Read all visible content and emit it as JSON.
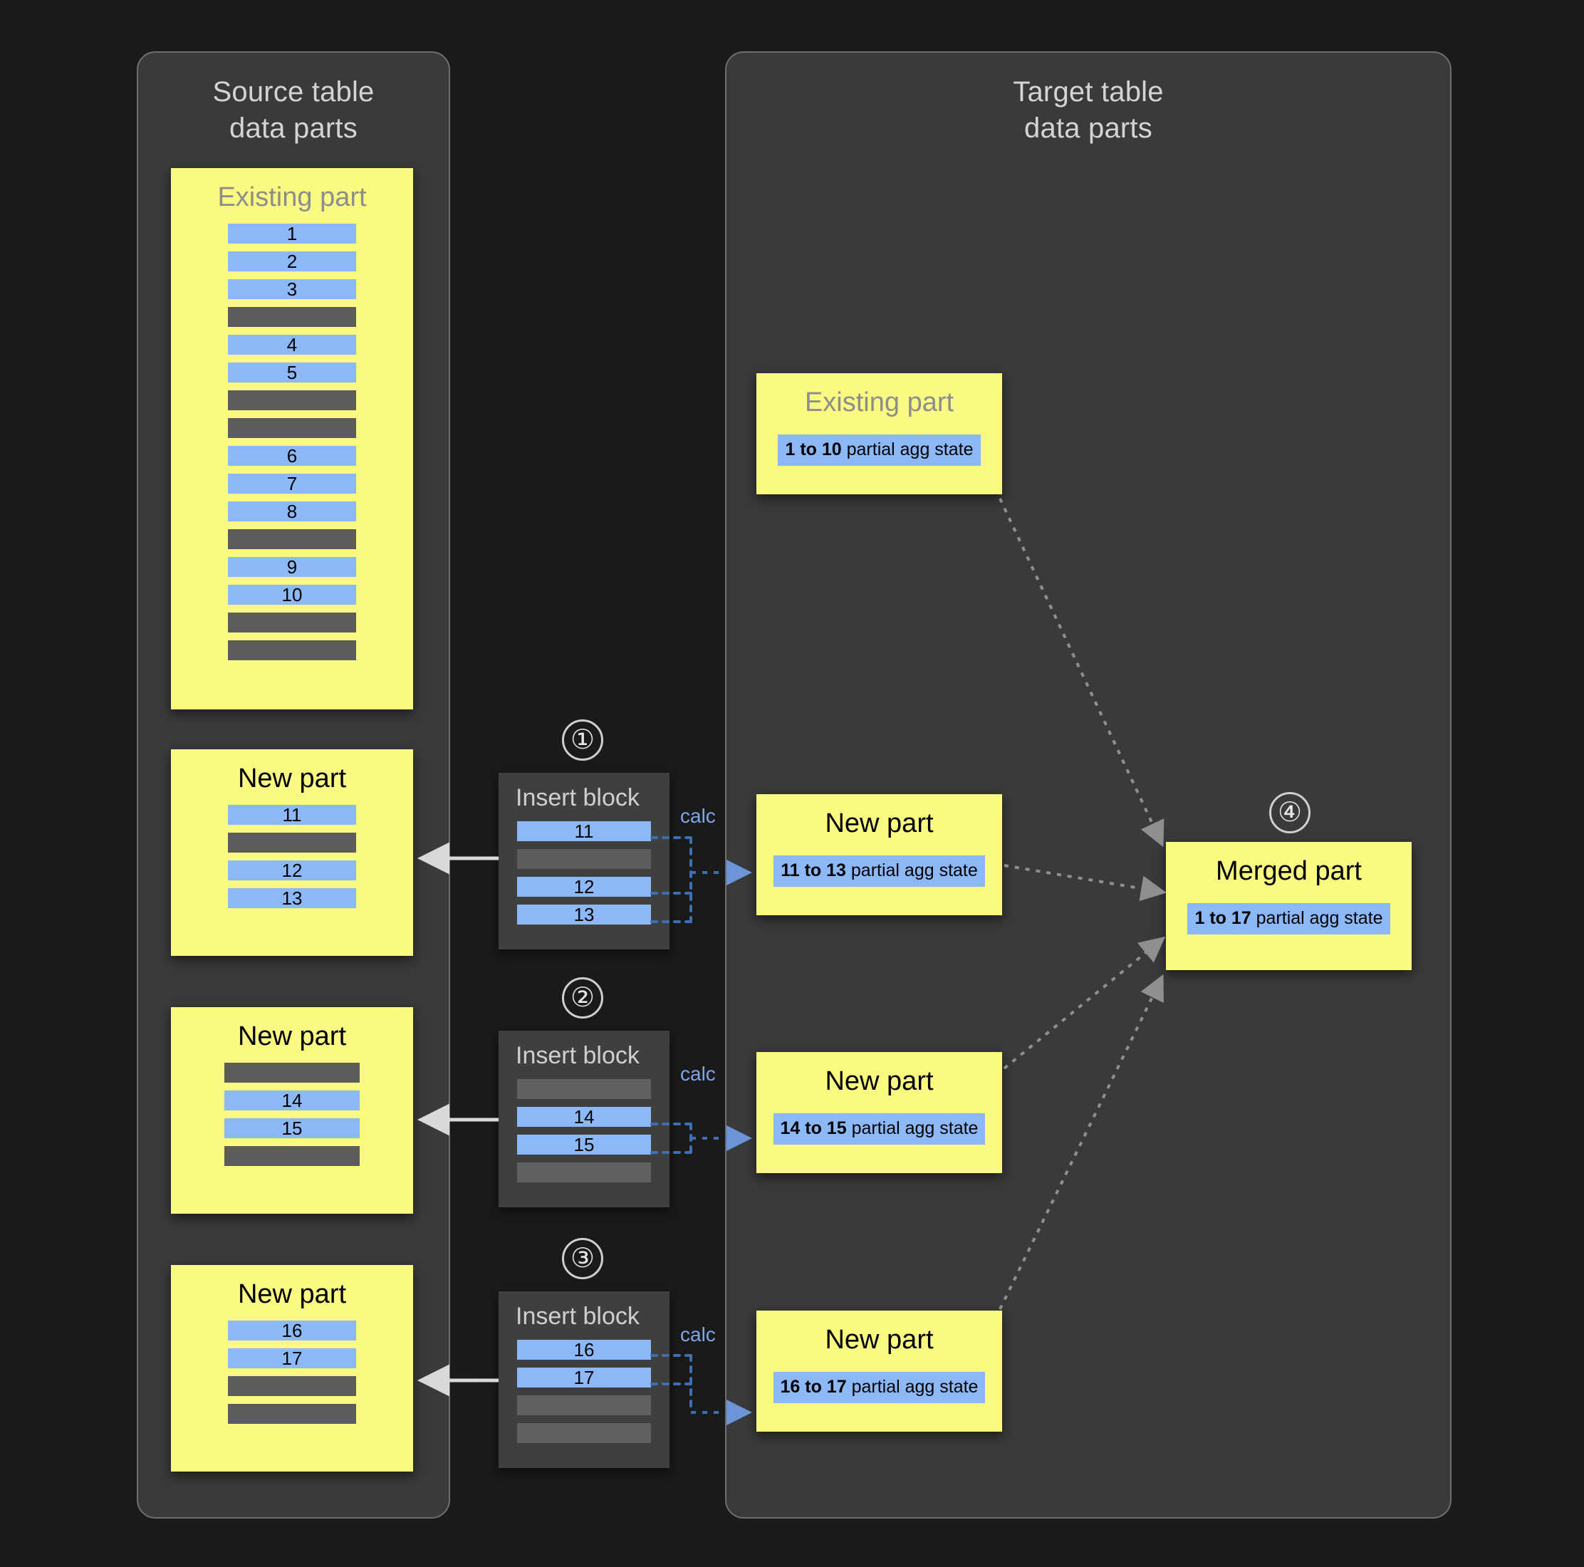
{
  "panels": {
    "source": {
      "title": "Source table\ndata parts"
    },
    "target": {
      "title": "Target table\ndata parts"
    }
  },
  "source_parts": [
    {
      "name": "source-existing-part",
      "title": "Existing part",
      "title_muted": true,
      "rows": [
        {
          "type": "blue",
          "label": "1"
        },
        {
          "type": "blue",
          "label": "2"
        },
        {
          "type": "blue",
          "label": "3"
        },
        {
          "type": "gray",
          "label": ""
        },
        {
          "type": "blue",
          "label": "4"
        },
        {
          "type": "blue",
          "label": "5"
        },
        {
          "type": "gray",
          "label": ""
        },
        {
          "type": "gray",
          "label": ""
        },
        {
          "type": "blue",
          "label": "6"
        },
        {
          "type": "blue",
          "label": "7"
        },
        {
          "type": "blue",
          "label": "8"
        },
        {
          "type": "gray",
          "label": ""
        },
        {
          "type": "blue",
          "label": "9"
        },
        {
          "type": "blue",
          "label": "10"
        },
        {
          "type": "gray",
          "label": ""
        },
        {
          "type": "gray",
          "label": ""
        }
      ]
    },
    {
      "name": "source-new-part-1",
      "title": "New part",
      "title_muted": false,
      "rows": [
        {
          "type": "blue",
          "label": "11"
        },
        {
          "type": "gray",
          "label": ""
        },
        {
          "type": "blue",
          "label": "12"
        },
        {
          "type": "blue",
          "label": "13"
        }
      ]
    },
    {
      "name": "source-new-part-2",
      "title": "New part",
      "title_muted": false,
      "rows": [
        {
          "type": "gray",
          "label": ""
        },
        {
          "type": "blue",
          "label": "14"
        },
        {
          "type": "blue",
          "label": "15"
        },
        {
          "type": "gray",
          "label": ""
        }
      ]
    },
    {
      "name": "source-new-part-3",
      "title": "New part",
      "title_muted": false,
      "rows": [
        {
          "type": "blue",
          "label": "16"
        },
        {
          "type": "blue",
          "label": "17"
        },
        {
          "type": "gray",
          "label": ""
        },
        {
          "type": "gray",
          "label": ""
        }
      ]
    }
  ],
  "insert_blocks": [
    {
      "step": "①",
      "title": "Insert block",
      "calc_label": "calc",
      "rows": [
        {
          "type": "blue",
          "label": "11"
        },
        {
          "type": "gray",
          "label": ""
        },
        {
          "type": "blue",
          "label": "12"
        },
        {
          "type": "blue",
          "label": "13"
        }
      ]
    },
    {
      "step": "②",
      "title": "Insert block",
      "calc_label": "calc",
      "rows": [
        {
          "type": "graylight",
          "label": ""
        },
        {
          "type": "blue",
          "label": "14"
        },
        {
          "type": "blue",
          "label": "15"
        },
        {
          "type": "graylight",
          "label": ""
        }
      ]
    },
    {
      "step": "③",
      "title": "Insert block",
      "calc_label": "calc",
      "rows": [
        {
          "type": "blue",
          "label": "16"
        },
        {
          "type": "blue",
          "label": "17"
        },
        {
          "type": "graylight",
          "label": ""
        },
        {
          "type": "graylight",
          "label": ""
        }
      ]
    }
  ],
  "target_parts": [
    {
      "name": "target-existing-part",
      "title": "Existing part",
      "title_muted": true,
      "agg_range": "1 to 10",
      "agg_text": " partial agg state"
    },
    {
      "name": "target-new-part-1",
      "title": "New part",
      "title_muted": false,
      "agg_range": "11 to 13",
      "agg_text": " partial agg state"
    },
    {
      "name": "target-new-part-2",
      "title": "New part",
      "title_muted": false,
      "agg_range": "14 to 15",
      "agg_text": " partial agg state"
    },
    {
      "name": "target-new-part-3",
      "title": "New part",
      "title_muted": false,
      "agg_range": "16 to 17",
      "agg_text": " partial agg state"
    }
  ],
  "merged": {
    "step": "④",
    "title": "Merged part",
    "agg_range": "1 to 17",
    "agg_text": " partial agg state"
  },
  "colors": {
    "background": "#1a1a1a",
    "panel": "#3a3a3a",
    "panel_border": "#6e6e6e",
    "part_yellow": "#fafa82",
    "row_blue": "#8cb8f7",
    "row_gray": "#5c5c5c",
    "row_gray_light": "#616161",
    "insert_block": "#3f3f3f",
    "title_muted": "#8d8d8d",
    "calc_blue": "#7ea6e8",
    "arrow_white": "#d9d9d9",
    "arrow_dotted": "#8f8f8f"
  }
}
